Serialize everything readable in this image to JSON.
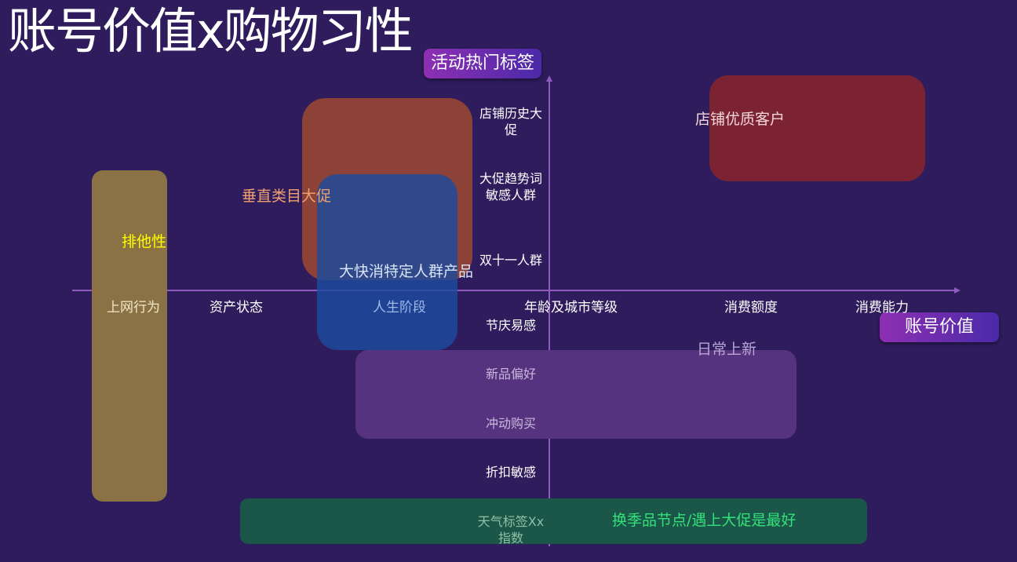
{
  "title": "账号价值x购物习性",
  "y_axis_tag": "活动热门标签",
  "x_axis_tag": "账号价值",
  "x_axis_labels": [
    "上网行为",
    "资产状态",
    "人生阶段",
    "年龄及城市等级",
    "消费额度",
    "消费能力"
  ],
  "y_axis_labels": [
    "店铺历史大促",
    "大促趋势词敏感人群",
    "双十一人群",
    "节庆易感",
    "新品偏好",
    "冲动购买",
    "折扣敏感",
    "天气标签Xx指数"
  ],
  "regions": [
    {
      "label": "店铺优质客户",
      "color": "#7c2333"
    },
    {
      "label": "垂直类目大促",
      "color": "#8c4236"
    },
    {
      "label": "大快消特定人群产品",
      "color": "#1c4a9e"
    },
    {
      "label": "排他性",
      "color": "#8a7244"
    },
    {
      "label": "日常上新",
      "color": "#55337f"
    },
    {
      "label": "换季品节点/遇上大促是最好",
      "color": "#1b5748"
    }
  ],
  "colors": {
    "background": "#2e1c5d",
    "axis": "#8f5bbf"
  }
}
